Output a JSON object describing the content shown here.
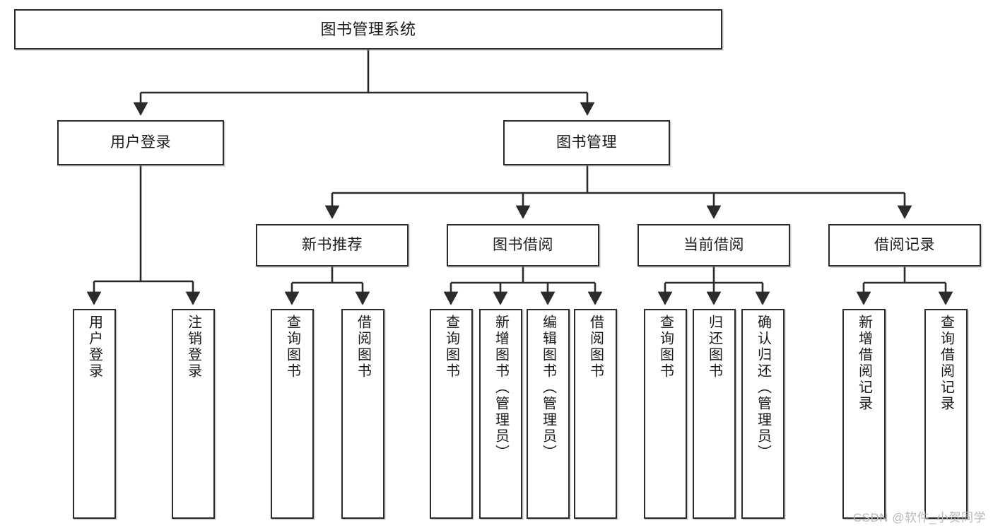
{
  "diagram": {
    "title": "图书管理系统",
    "type": "functional-structure-tree",
    "colors": {
      "box_border": "#2b2b2b",
      "box_fill": "#ffffff",
      "edge": "#2b2b2b",
      "text": "#1a1a1a",
      "watermark": "#b9b9b9"
    },
    "root": {
      "label": "图书管理系统"
    },
    "level2": [
      {
        "label": "用户登录"
      },
      {
        "label": "图书管理"
      }
    ],
    "level3": [
      {
        "label": "新书推荐"
      },
      {
        "label": "图书借阅"
      },
      {
        "label": "当前借阅"
      },
      {
        "label": "借阅记录"
      }
    ],
    "leaves": {
      "user_login": [
        {
          "label": "用户登录"
        },
        {
          "label": "注销登录"
        }
      ],
      "new_book_recommend": [
        {
          "label": "查询图书"
        },
        {
          "label": "借阅图书"
        }
      ],
      "book_borrow": [
        {
          "label": "查询图书"
        },
        {
          "label": "新增图书（管理员）"
        },
        {
          "label": "编辑图书（管理员）"
        },
        {
          "label": "借阅图书"
        }
      ],
      "current_borrow": [
        {
          "label": "查询图书"
        },
        {
          "label": "归还图书"
        },
        {
          "label": "确认归还（管理员）"
        }
      ],
      "borrow_record": [
        {
          "label": "新增借阅记录"
        },
        {
          "label": "查询借阅记录"
        }
      ]
    }
  },
  "watermark": {
    "text": "CSDN @软件_小贺同学"
  }
}
